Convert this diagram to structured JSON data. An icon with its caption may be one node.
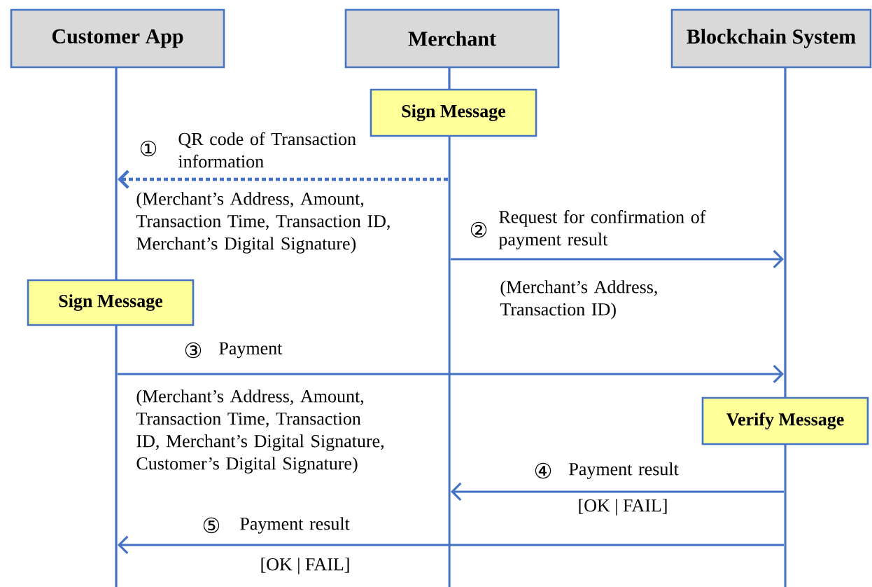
{
  "diagram": {
    "nodes": [
      {
        "text": [
          "Customer App"
        ]
      },
      {
        "text": [
          "Merchant"
        ]
      },
      {
        "text": [
          "Blockchain System"
        ]
      },
      {
        "text": [
          "Sign Message"
        ]
      },
      {
        "text": [
          "Sign Message"
        ]
      },
      {
        "text": [
          "Verify Message"
        ]
      },
      {
        "text": [],
        "shape": "bar"
      },
      {
        "text": [],
        "shape": "bar"
      },
      {
        "text": [],
        "shape": "bar"
      },
      {
        "text": [],
        "shape": "bar"
      },
      {
        "text": [],
        "shape": "bar"
      },
      {
        "text": [],
        "shape": "bar"
      }
    ],
    "edges": [
      {
        "from": 9,
        "to": 6,
        "arrow": "to",
        "label": "QR code of Transaction information",
        "style": "dashed"
      },
      {
        "from": 9,
        "to": 10,
        "arrow": "to",
        "label": "Request for confirmation of payment result"
      },
      {
        "from": 7,
        "to": 10,
        "arrow": "to",
        "label": "Payment"
      },
      {
        "from": 11,
        "to": 9,
        "arrow": "to",
        "label": "Payment result"
      },
      {
        "from": 11,
        "to": 7,
        "arrow": "to",
        "label": "Payment result"
      }
    ],
    "labels": [
      "①",
      "(Merchant’s Address, Amount, Transaction Time, Transaction ID, Merchant’s Digital Signature)",
      "②",
      "(Merchant’s Address, Transaction ID)",
      "③",
      "(Merchant’s Address, Amount, Transaction Time, Transaction ID, Merchant’s Digital Signature, Customer’s Digital Signature)",
      "④",
      "[OK | FAIL]",
      "⑤",
      "[OK | FAIL]"
    ]
  }
}
